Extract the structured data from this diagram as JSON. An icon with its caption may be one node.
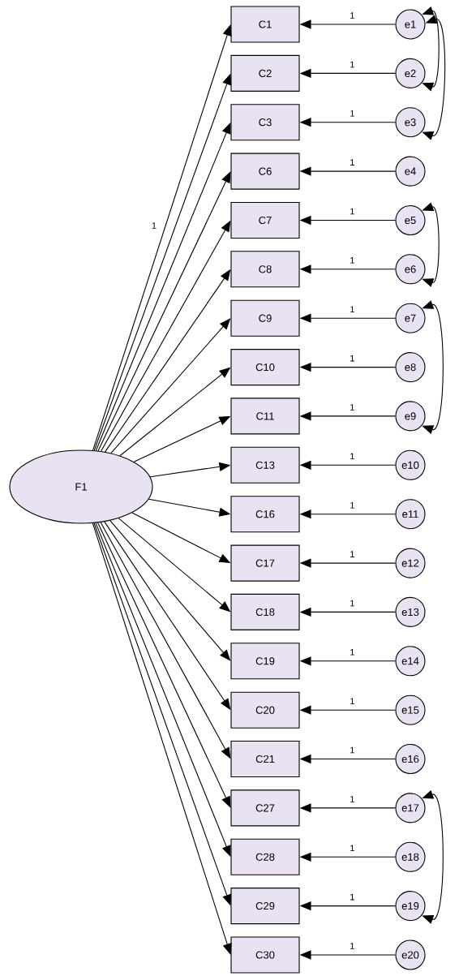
{
  "diagram": {
    "nodes": [
      {
        "text": [
          "F1"
        ]
      },
      {
        "text": [
          "C1"
        ]
      },
      {
        "text": [
          "C2"
        ]
      },
      {
        "text": [
          "C3"
        ]
      },
      {
        "text": [
          "C6"
        ]
      },
      {
        "text": [
          "C7"
        ]
      },
      {
        "text": [
          "C8"
        ]
      },
      {
        "text": [
          "C9"
        ]
      },
      {
        "text": [
          "C10"
        ]
      },
      {
        "text": [
          "C11"
        ]
      },
      {
        "text": [
          "C13"
        ]
      },
      {
        "text": [
          "C16"
        ]
      },
      {
        "text": [
          "C17"
        ]
      },
      {
        "text": [
          "C18"
        ]
      },
      {
        "text": [
          "C19"
        ]
      },
      {
        "text": [
          "C20"
        ]
      },
      {
        "text": [
          "C21"
        ]
      },
      {
        "text": [
          "C27"
        ]
      },
      {
        "text": [
          "C28"
        ]
      },
      {
        "text": [
          "C29"
        ]
      },
      {
        "text": [
          "C30"
        ]
      },
      {
        "text": [
          "e1"
        ]
      },
      {
        "text": [
          "e2"
        ]
      },
      {
        "text": [
          "e3"
        ]
      },
      {
        "text": [
          "e4"
        ]
      },
      {
        "text": [
          "e5"
        ]
      },
      {
        "text": [
          "e6"
        ]
      },
      {
        "text": [
          "e7"
        ]
      },
      {
        "text": [
          "e8"
        ]
      },
      {
        "text": [
          "e9"
        ]
      },
      {
        "text": [
          "e10"
        ]
      },
      {
        "text": [
          "e11"
        ]
      },
      {
        "text": [
          "e12"
        ]
      },
      {
        "text": [
          "e13"
        ]
      },
      {
        "text": [
          "e14"
        ]
      },
      {
        "text": [
          "e15"
        ]
      },
      {
        "text": [
          "e16"
        ]
      },
      {
        "text": [
          "e17"
        ]
      },
      {
        "text": [
          "e18"
        ]
      },
      {
        "text": [
          "e19"
        ]
      },
      {
        "text": [
          "e20"
        ]
      }
    ],
    "edges": [
      {
        "from": 0,
        "to": 1,
        "arrow": "to",
        "label": "1"
      },
      {
        "from": 0,
        "to": 2,
        "arrow": "to"
      },
      {
        "from": 0,
        "to": 3,
        "arrow": "to"
      },
      {
        "from": 0,
        "to": 4,
        "arrow": "to"
      },
      {
        "from": 0,
        "to": 5,
        "arrow": "to"
      },
      {
        "from": 0,
        "to": 6,
        "arrow": "to"
      },
      {
        "from": 0,
        "to": 7,
        "arrow": "to"
      },
      {
        "from": 0,
        "to": 8,
        "arrow": "to"
      },
      {
        "from": 0,
        "to": 9,
        "arrow": "to"
      },
      {
        "from": 0,
        "to": 10,
        "arrow": "to"
      },
      {
        "from": 0,
        "to": 11,
        "arrow": "to"
      },
      {
        "from": 0,
        "to": 12,
        "arrow": "to"
      },
      {
        "from": 0,
        "to": 13,
        "arrow": "to"
      },
      {
        "from": 0,
        "to": 14,
        "arrow": "to"
      },
      {
        "from": 0,
        "to": 15,
        "arrow": "to"
      },
      {
        "from": 0,
        "to": 16,
        "arrow": "to"
      },
      {
        "from": 0,
        "to": 17,
        "arrow": "to"
      },
      {
        "from": 0,
        "to": 18,
        "arrow": "to"
      },
      {
        "from": 0,
        "to": 19,
        "arrow": "to"
      },
      {
        "from": 0,
        "to": 20,
        "arrow": "to"
      },
      {
        "from": 21,
        "to": 1,
        "arrow": "to",
        "label": "1"
      },
      {
        "from": 22,
        "to": 2,
        "arrow": "to",
        "label": "1"
      },
      {
        "from": 23,
        "to": 3,
        "arrow": "to",
        "label": "1"
      },
      {
        "from": 24,
        "to": 4,
        "arrow": "to",
        "label": "1"
      },
      {
        "from": 25,
        "to": 5,
        "arrow": "to",
        "label": "1"
      },
      {
        "from": 26,
        "to": 6,
        "arrow": "to",
        "label": "1"
      },
      {
        "from": 27,
        "to": 7,
        "arrow": "to",
        "label": "1"
      },
      {
        "from": 28,
        "to": 8,
        "arrow": "to",
        "label": "1"
      },
      {
        "from": 29,
        "to": 9,
        "arrow": "to",
        "label": "1"
      },
      {
        "from": 30,
        "to": 10,
        "arrow": "to",
        "label": "1"
      },
      {
        "from": 31,
        "to": 11,
        "arrow": "to",
        "label": "1"
      },
      {
        "from": 32,
        "to": 12,
        "arrow": "to",
        "label": "1"
      },
      {
        "from": 33,
        "to": 13,
        "arrow": "to",
        "label": "1"
      },
      {
        "from": 34,
        "to": 14,
        "arrow": "to",
        "label": "1"
      },
      {
        "from": 35,
        "to": 15,
        "arrow": "to",
        "label": "1"
      },
      {
        "from": 36,
        "to": 16,
        "arrow": "to",
        "label": "1"
      },
      {
        "from": 37,
        "to": 17,
        "arrow": "to",
        "label": "1"
      },
      {
        "from": 38,
        "to": 18,
        "arrow": "to",
        "label": "1"
      },
      {
        "from": 39,
        "to": 19,
        "arrow": "to",
        "label": "1"
      },
      {
        "from": 40,
        "to": 20,
        "arrow": "to",
        "label": "1"
      },
      {
        "from": 21,
        "to": 22,
        "arrow": "both"
      },
      {
        "from": 21,
        "to": 23,
        "arrow": "both"
      },
      {
        "from": 25,
        "to": 26,
        "arrow": "both"
      },
      {
        "from": 27,
        "to": 29,
        "arrow": "both"
      },
      {
        "from": 37,
        "to": 39,
        "arrow": "both"
      }
    ]
  }
}
